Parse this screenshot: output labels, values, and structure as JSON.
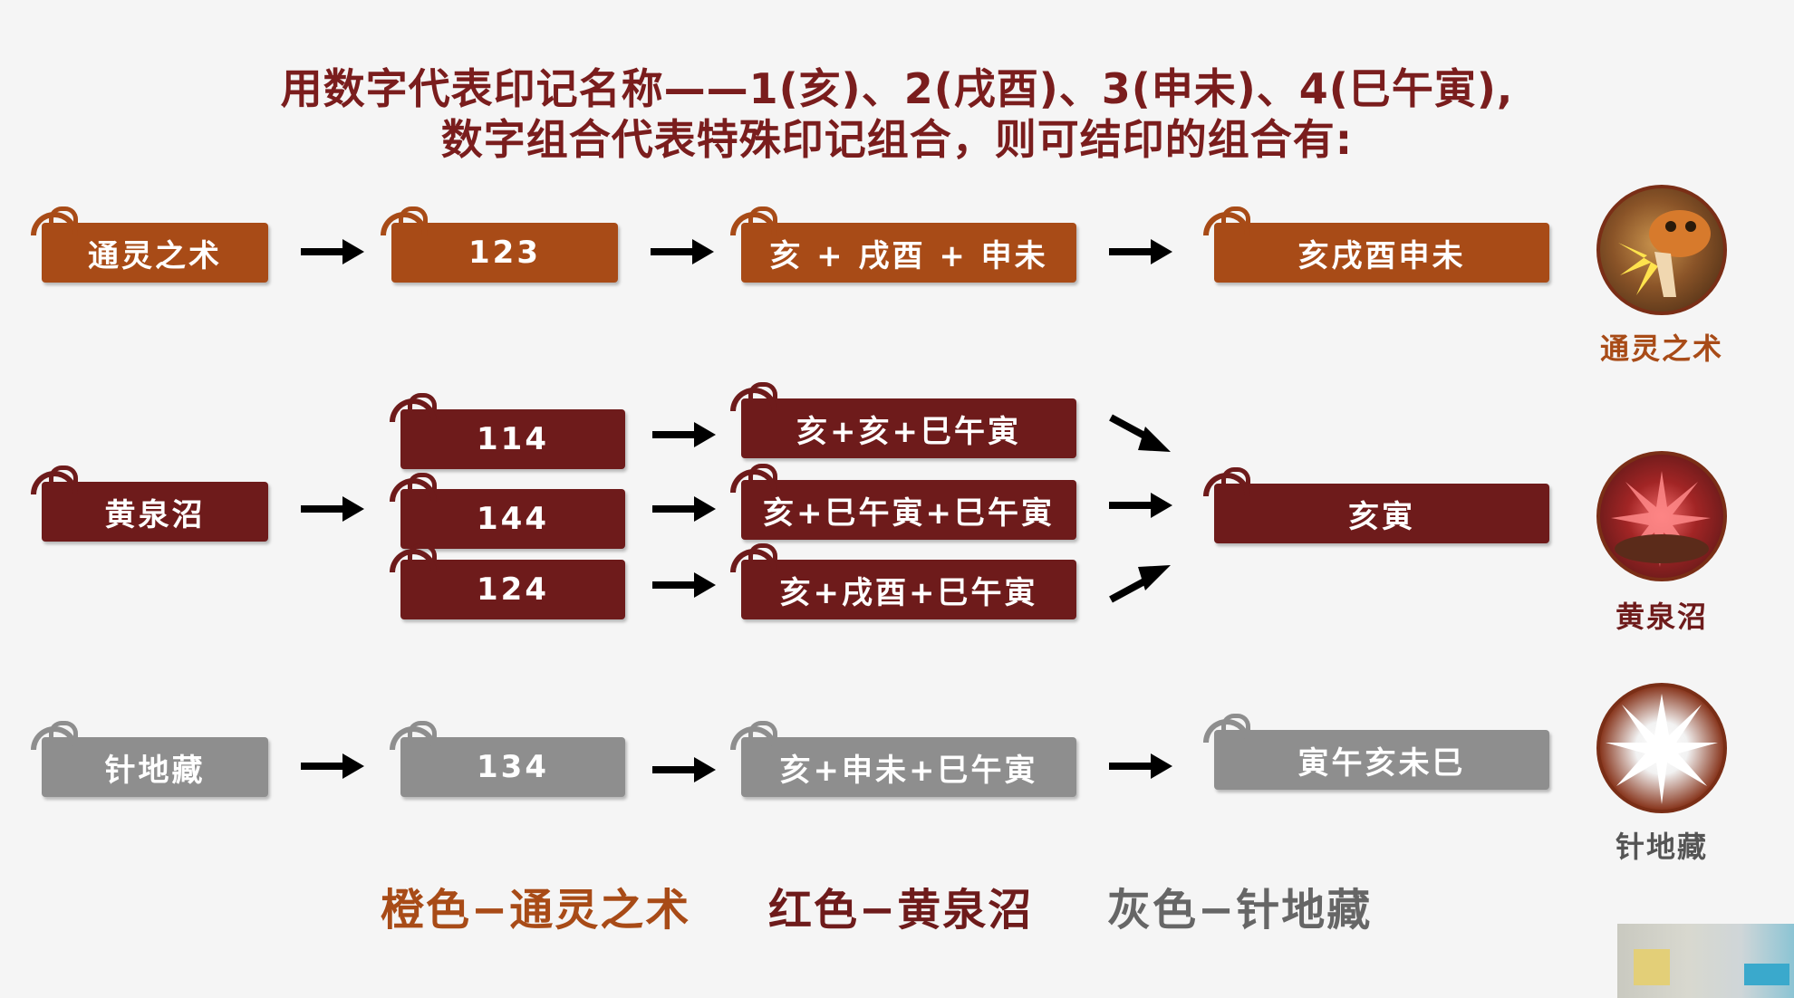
{
  "title": {
    "line1": "用数字代表印记名称——1(亥)、2(戌酉)、3(申未)、4(巳午寅),",
    "line2": "数字组合代表特殊印记组合，则可结印的组合有:"
  },
  "rows": {
    "tongling": {
      "name": "通灵之术",
      "codes": [
        "123"
      ],
      "combos": [
        "亥 + 戌酉 + 申未"
      ],
      "result": "亥戌酉申未"
    },
    "huangquan": {
      "name": "黄泉沼",
      "codes": [
        "114",
        "144",
        "124"
      ],
      "combos": [
        "亥+亥+巳午寅",
        "亥+巳午寅+巳午寅",
        "亥+戌酉+巳午寅"
      ],
      "result": "亥寅"
    },
    "zhendizang": {
      "name": "针地藏",
      "codes": [
        "134"
      ],
      "combos": [
        "亥+申未+巳午寅"
      ],
      "result": "寅午亥未巳"
    }
  },
  "icons": {
    "tongling": {
      "label": "通灵之术",
      "icon": "toad-summon-icon"
    },
    "huangquan": {
      "label": "黄泉沼",
      "icon": "swamp-burst-icon"
    },
    "zhendizang": {
      "label": "针地藏",
      "icon": "spike-burst-icon"
    }
  },
  "legend": {
    "orange": "橙色−通灵之术",
    "red": "红色−黄泉沼",
    "gray": "灰色−针地藏"
  },
  "colors": {
    "orange": "#a84b17",
    "red": "#6e1b1b",
    "gray": "#8e8e8e",
    "title": "#7a1d1d"
  }
}
